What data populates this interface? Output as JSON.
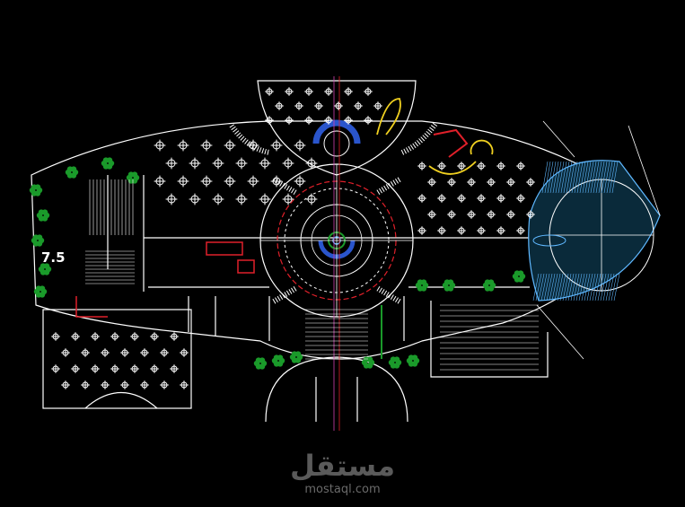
{
  "drawing": {
    "background": "#000000",
    "line_color": "#ffffff",
    "accent_colors": {
      "cyan": "#5fb8ff",
      "blue": "#2a55cc",
      "red": "#e0202a",
      "yellow": "#f0d020",
      "green": "#1a9a2a",
      "magenta": "#d040b0"
    },
    "dimension_label": "7.5"
  },
  "watermark": {
    "logo_text": "مستقل",
    "url": "mostaql.com"
  }
}
